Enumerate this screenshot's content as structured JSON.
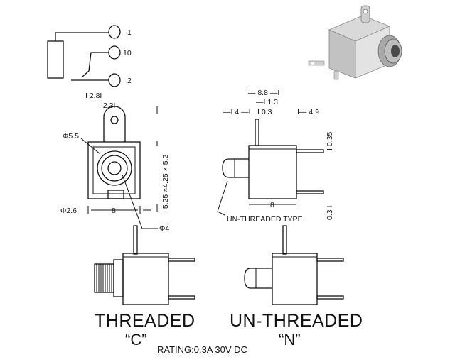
{
  "schematic": {
    "pin_1": "1",
    "pin_10": "10",
    "pin_2": "2"
  },
  "dimensions": {
    "d2_8": "I 2.8I",
    "d2_3": "I2.3I",
    "phi_5_5": "Φ5.5",
    "phi_4": "Φ4",
    "phi_2_6": "Φ2.6",
    "width_8": "8",
    "height": "I 5.25 ×4.25 × 5.2",
    "d8_8": "I— 8.8 —I",
    "d1_3": "—I 1.3",
    "d4": "—I 4 —I",
    "d0_3": "I 0.3",
    "d4_9": "I— 4.9",
    "d0_35": "I 0.35",
    "d0_3_pin": "0.3 I",
    "bottom_8": "8"
  },
  "side_view": {
    "type_label": "UN-THREADED TYPE"
  },
  "variants": {
    "threaded": {
      "title": "THREADED",
      "code": "“C”"
    },
    "unthreaded": {
      "title": "UN-THREADED",
      "code": "“N”"
    }
  },
  "rating": "RATING:0.3A 30V DC"
}
